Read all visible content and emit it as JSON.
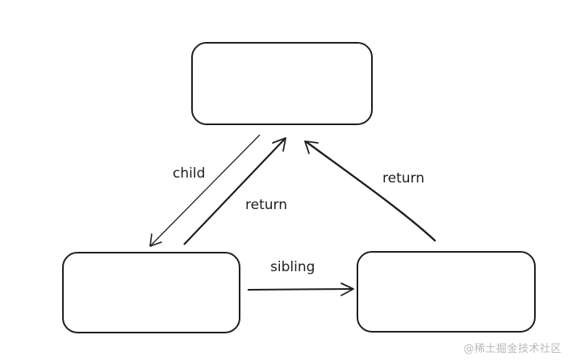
{
  "diagram": {
    "nodes": [
      {
        "id": "parent",
        "label": ""
      },
      {
        "id": "child",
        "label": ""
      },
      {
        "id": "sibling",
        "label": ""
      }
    ],
    "edges": [
      {
        "from": "parent",
        "to": "child",
        "label": "child"
      },
      {
        "from": "child",
        "to": "parent",
        "label": "return"
      },
      {
        "from": "child",
        "to": "sibling",
        "label": "sibling"
      },
      {
        "from": "sibling",
        "to": "parent",
        "label": "return"
      }
    ]
  },
  "colors": {
    "stroke": "#1e1e1e",
    "background": "#ffffff",
    "watermark": "#b9b9b9"
  },
  "watermark": "@稀土掘金技术社区"
}
